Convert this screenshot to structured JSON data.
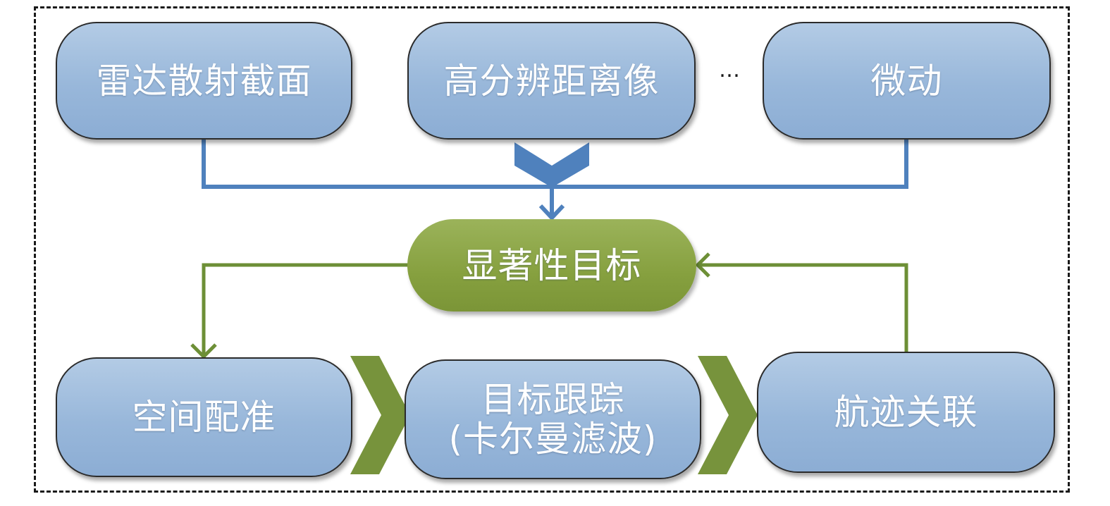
{
  "diagram": {
    "top_row": [
      {
        "id": "rcs",
        "label": "雷达散射截面"
      },
      {
        "id": "hrrp",
        "label": "高分辨距离像"
      },
      {
        "id": "micro",
        "label": "微动"
      }
    ],
    "ellipsis": "…",
    "center": {
      "label": "显著性目标"
    },
    "bottom_row": [
      {
        "id": "registration",
        "label": "空间配准"
      },
      {
        "id": "tracking",
        "line1": "目标跟踪",
        "line2": "(卡尔曼滤波)"
      },
      {
        "id": "association",
        "label": "航迹关联"
      }
    ]
  },
  "colors": {
    "blue_node": "#98b7da",
    "blue_line": "#4f81bd",
    "green_node": "#86a03f",
    "green_line": "#6d8f36",
    "chevron_green": "#77933c",
    "chevron_blue": "#4f81bd",
    "frame": "#1a1a1a"
  }
}
